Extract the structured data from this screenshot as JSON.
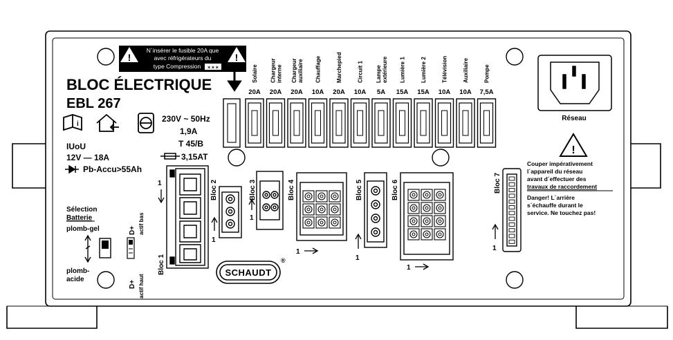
{
  "warning_top": {
    "line1": "N´insérer le fusible 20A que",
    "line2": "avec réfrigérateurs du",
    "line3": "type Compression",
    "badge": "✶✶✶"
  },
  "title": {
    "line1": "BLOC ÉLECTRIQUE",
    "line2": "EBL 267"
  },
  "power_specs": {
    "input": "230V ~ 50Hz",
    "current": "1,9A",
    "fuse_type": "T 45/B",
    "fuse_rating": "3,15AT"
  },
  "charger_specs": {
    "mode": "IUoU",
    "voltage_current": "12V — 18A",
    "battery": "Pb-Accu>55Ah"
  },
  "fuses": [
    {
      "label": "Solaire",
      "rating": "20A"
    },
    {
      "label": "Chargeur interne",
      "rating": "20A"
    },
    {
      "label": "Chargeur auxiliaire",
      "rating": "20A"
    },
    {
      "label": "Chauffage",
      "rating": "10A"
    },
    {
      "label": "Marchepied",
      "rating": "20A"
    },
    {
      "label": "Circuit 1",
      "rating": "10A"
    },
    {
      "label": "Lampe extérieure",
      "rating": "5A"
    },
    {
      "label": "Lumière 1",
      "rating": "15A"
    },
    {
      "label": "Lumière 2",
      "rating": "15A"
    },
    {
      "label": "Télévision",
      "rating": "10A"
    },
    {
      "label": "Auxiliaire",
      "rating": "10A"
    },
    {
      "label": "Pompe",
      "rating": "7,5A"
    }
  ],
  "mains_label": "Réseau",
  "blocks": {
    "b1": "Bloc 1",
    "b2": "Bloc 2",
    "b3": "Bloc 3",
    "b4": "Bloc 4",
    "b5": "Bloc 5",
    "b6": "Bloc 6",
    "b7": "Bloc 7"
  },
  "pin_one": "1",
  "battery_selection": {
    "title1": "Sélection",
    "title2": "Batterie",
    "lead_gel": "plomb-gel",
    "lead_acid1": "plomb-",
    "lead_acid2": "acide"
  },
  "dplus": {
    "top_label": "D+",
    "top_sub": "actif bas",
    "bottom_label": "D+",
    "bottom_sub": "actif haut"
  },
  "warning_right": {
    "line1": "Couper impérativement",
    "line2": "l´appareil du réseau",
    "line3": "avant d´effectuer des",
    "line4": "travaux de raccordement",
    "line5": "Danger! L´arrière",
    "line6": "s´échauffe durant le",
    "line7": "service. Ne touchez pas!"
  },
  "brand": {
    "name": "SCHAUDT",
    "registered": "®"
  }
}
